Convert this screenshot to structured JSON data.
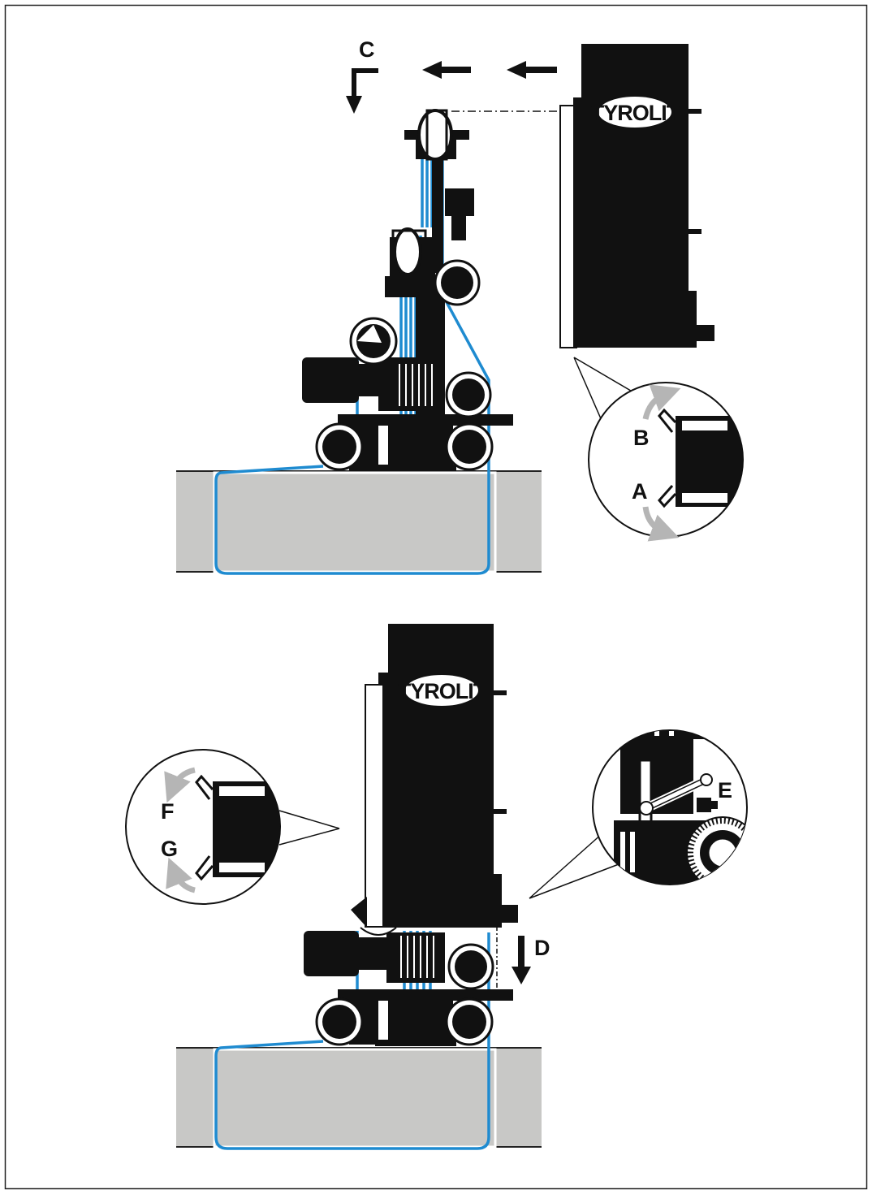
{
  "brand": {
    "logo_text": "TYROLIT"
  },
  "labels": {
    "a": "A",
    "b": "B",
    "c": "C",
    "d": "D",
    "e": "E",
    "f": "F",
    "g": "G"
  },
  "colors": {
    "wire": "#1f8bd0",
    "concrete": "#c8c8c6",
    "machine": "#111111",
    "hint_arrow": "#b5b5b5"
  }
}
